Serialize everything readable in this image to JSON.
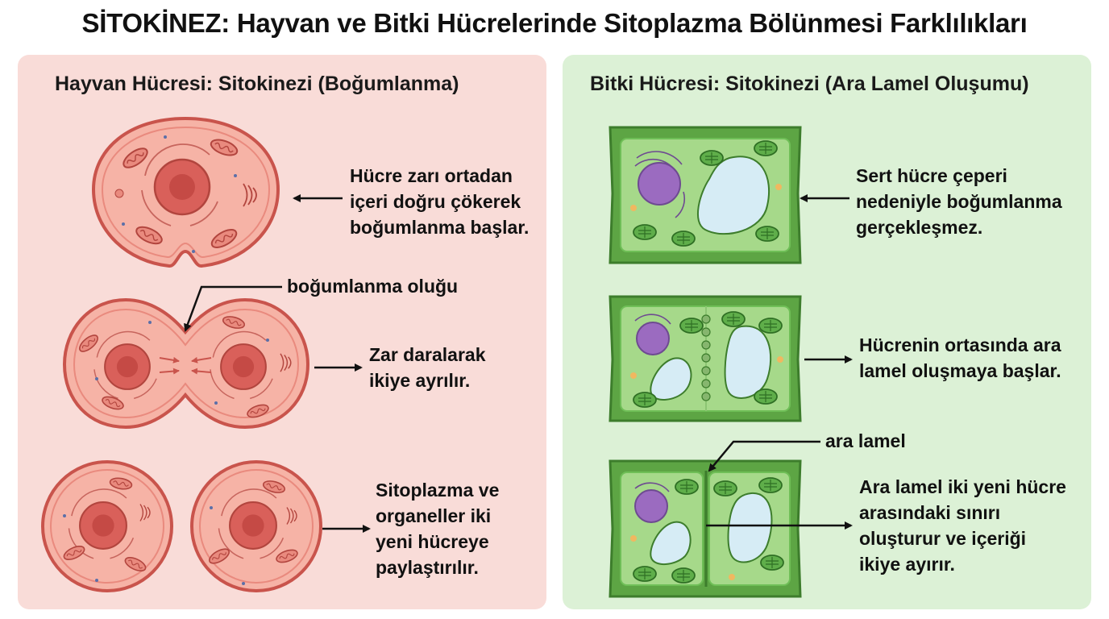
{
  "title": "SİTOKİNEZ: Hayvan ve Bitki Hücrelerinde Sitoplazma Bölünmesi Farklılıkları",
  "animal": {
    "heading": "Hayvan Hücresi: Sitokinezi (Boğumlanma)",
    "step1": [
      "Hücre zarı ortadan",
      "içeri doğru çökerek",
      "boğumlanma başlar."
    ],
    "furrow_label": "boğumlanma oluğu",
    "step2": [
      "Zar daralarak",
      "ikiye ayrılır."
    ],
    "step3": [
      "Sitoplazma ve",
      "organeller iki",
      "yeni hücreye",
      "paylaştırılır."
    ]
  },
  "plant": {
    "heading": "Bitki Hücresi: Sitokinezi (Ara Lamel Oluşumu)",
    "step1": [
      "Sert hücre çeperi",
      "nedeniyle boğumlanma",
      "gerçekleşmez."
    ],
    "step2": [
      "Hücrenin ortasında ara",
      "lamel oluşmaya başlar."
    ],
    "lamella_label": "ara lamel",
    "step3": [
      "Ara lamel iki yeni hücre",
      "arasındaki sınırı",
      "oluşturur ve içeriği",
      "ikiye ayırır."
    ]
  },
  "colors": {
    "animal_bg": "#f9dcd8",
    "plant_bg": "#dcf1d6",
    "animal_membrane": "#c9544c",
    "animal_cytoplasm": "#f6b3a6",
    "plant_wall": "#4f9a3a",
    "plant_cytoplasm": "#a6d98a",
    "vacuole": "#d6ecf5",
    "nucleus_plant": "#9b6bc0"
  },
  "icons": [
    "arrow-left-icon",
    "arrow-right-icon"
  ]
}
